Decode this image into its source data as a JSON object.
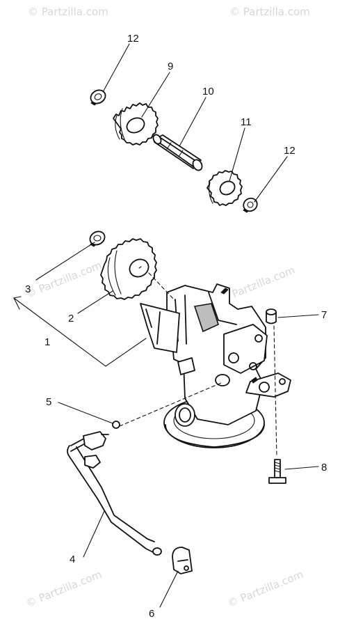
{
  "watermark": "© Partzilla.com",
  "callouts": {
    "c1": "1",
    "c2": "2",
    "c3": "3",
    "c4": "4",
    "c5": "5",
    "c6": "6",
    "c7": "7",
    "c8": "8",
    "c9": "9",
    "c10": "10",
    "c11": "11",
    "c12a": "12",
    "c12b": "12"
  }
}
